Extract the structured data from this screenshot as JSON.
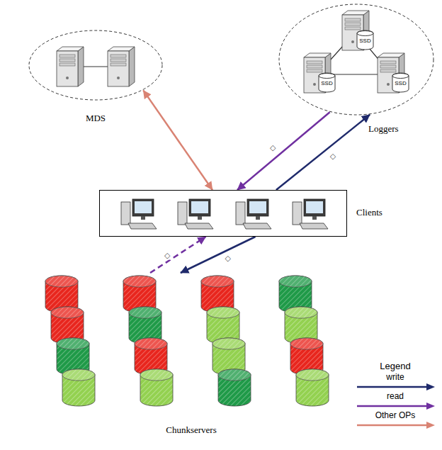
{
  "diagram": {
    "nodes": [
      {
        "text": [
          "MDS"
        ]
      },
      {
        "text": [
          "Loggers"
        ]
      },
      {
        "text": [
          "SSD"
        ],
        "in": 1
      },
      {
        "text": [
          "SSD"
        ],
        "in": 1
      },
      {
        "text": [
          "SSD"
        ],
        "in": 1
      },
      {
        "text": [
          "Clients"
        ]
      },
      {
        "text": [
          "Chunkservers"
        ]
      }
    ],
    "edges": [
      {
        "from": 0,
        "to": 5,
        "arrow": "both"
      },
      {
        "from": 1,
        "to": 5,
        "arrow": "to",
        "label": "◇"
      },
      {
        "from": 5,
        "to": 1,
        "arrow": "to",
        "label": "◇"
      },
      {
        "from": 5,
        "to": 6,
        "arrow": "to",
        "label": "◇"
      },
      {
        "from": 6,
        "to": 5,
        "arrow": "to",
        "label": "◇"
      }
    ],
    "labels": [
      "Legend"
    ],
    "legend": [
      {
        "text": "write"
      },
      {
        "text": "read"
      },
      {
        "text": "Other OPs"
      }
    ]
  }
}
